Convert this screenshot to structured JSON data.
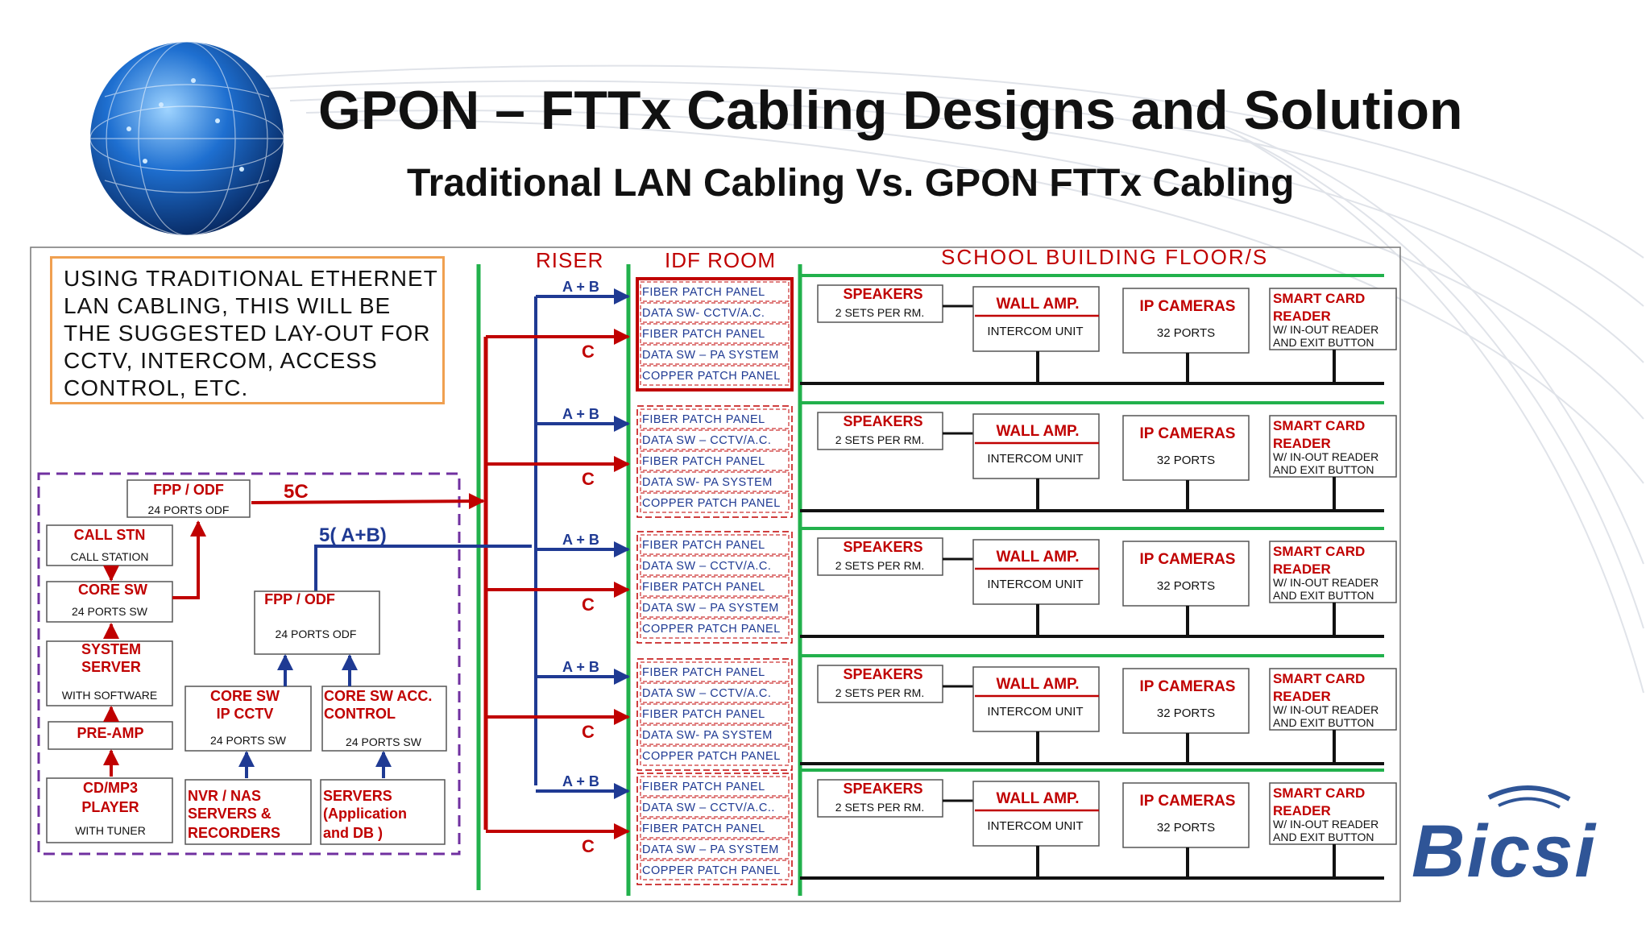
{
  "title": "GPON – FTTx  Cabling Designs and Solution",
  "subtitle": "Traditional LAN Cabling  Vs. GPON FTTx  Cabling",
  "note_lines": [
    "USING  TRADITIONAL  ETHERNET",
    "LAN  CABLING,  THIS  WILL  BE",
    "THE  SUGGESTED   LAY-OUT FOR",
    "CCTV, INTERCOM, ACCESS",
    "CONTROL, ETC."
  ],
  "section_labels": {
    "riser": "RISER",
    "idf": "IDF ROOM",
    "floors": "SCHOOL  BUILDING  FLOOR/S"
  },
  "left": {
    "fpp_top": {
      "title": "FPP / ODF",
      "sub": "24 PORTS ODF"
    },
    "call_stn": {
      "title": "CALL STN",
      "sub": "CALL STATION"
    },
    "core_sw": {
      "title": "CORE SW",
      "sub": "24 PORTS SW"
    },
    "system_server": {
      "title1": "SYSTEM",
      "title2": "SERVER",
      "sub": "WITH SOFTWARE"
    },
    "pre_amp": {
      "title": "PRE-AMP"
    },
    "cd_player": {
      "title1": "CD/MP3",
      "title2": "PLAYER",
      "sub": "WITH TUNER"
    },
    "fpp_mid": {
      "title": "FPP / ODF",
      "sub": "24 PORTS ODF"
    },
    "core_cctv": {
      "title1": "CORE SW",
      "title2": "IP CCTV",
      "sub": "24 PORTS SW"
    },
    "core_acc": {
      "title1": "CORE SW ACC.",
      "title2": "CONTROL",
      "sub": "24 PORTS SW"
    },
    "nvr": {
      "l1": "NVR / NAS",
      "l2": "SERVERS &",
      "l3": "RECORDERS"
    },
    "servers": {
      "l1": "SERVERS",
      "l2": "(Application",
      "l3": "and DB )"
    },
    "label_5c": "5C",
    "label_5ab": "5( A+B)"
  },
  "riser_labels": {
    "ab": "A + B",
    "c": "C"
  },
  "idf_panels": [
    [
      "FIBER  PATCH  PANEL",
      "DATA SW-  CCTV/A.C.",
      "FIBER PATCH PANEL",
      "DATA SW – PA SYSTEM",
      "COPPER PATCH PANEL"
    ],
    [
      "FIBER  PATCH  PANEL",
      "DATA SW – CCTV/A.C.",
      "FIBER PATCH PANEL",
      "DATA SW- PA SYSTEM",
      "COPPER PATCH PANEL"
    ],
    [
      "FIBER  PATCH  PANEL",
      "DATA SW – CCTV/A.C.",
      "FIBER PATCH PANEL",
      "DATA SW – PA SYSTEM",
      "COPPER PATCH PANEL"
    ],
    [
      "FIBER  PATCH  PANEL",
      "DATA SW – CCTV/A.C.",
      "FIBER PATCH PANEL",
      "DATA SW- PA SYSTEM",
      "COPPER PATCH PANEL"
    ],
    [
      "FIBER  PATCH  PANEL",
      "DATA SW – CCTV/A.C..",
      "FIBER PATCH PANEL",
      "DATA SW – PA SYSTEM",
      "COPPER PATCH PANEL"
    ]
  ],
  "floor": {
    "speakers": {
      "title": "SPEAKERS",
      "sub": "2 SETS PER RM."
    },
    "wall_amp": {
      "title": "WALL AMP.",
      "sub": "INTERCOM UNIT"
    },
    "ip_cameras": {
      "title": "IP CAMERAS",
      "sub": "32  PORTS"
    },
    "smart_card": {
      "t1": "SMART CARD",
      "t2": "READER",
      "s1": "W/ IN-OUT READER",
      "s2": "AND EXIT BUTTON"
    }
  },
  "logo": "Bicsi",
  "colors": {
    "red": "#c00000",
    "blue": "#1f3a93",
    "green": "#22b14c",
    "purple": "#7030a0",
    "black": "#111111",
    "logo_blue": "#2f5597"
  }
}
